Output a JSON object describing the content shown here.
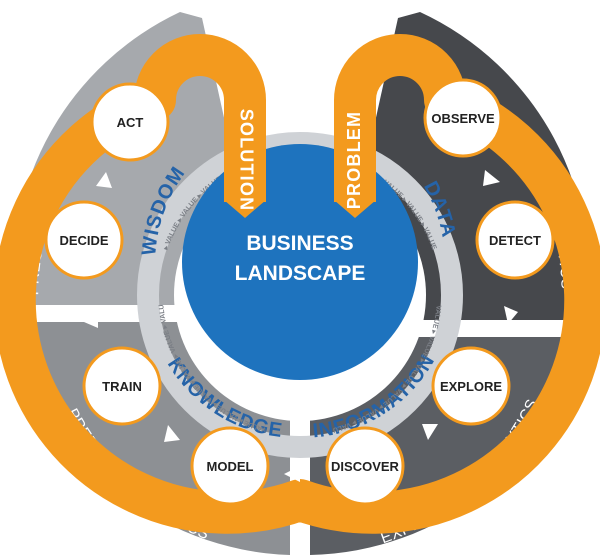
{
  "colors": {
    "orange": "#f39a1e",
    "blue": "#1e73be",
    "navy_text": "#2563a8",
    "dark_quad": "#46484c",
    "mid_quad": "#5b5e63",
    "light_quad": "#a6a9ad",
    "light_quad2": "#8d9094",
    "knowledge_ring": "#cfd2d6"
  },
  "center": {
    "line1": "BUSINESS",
    "line2": "LANDSCAPE"
  },
  "arms": {
    "left": "SOLUTION",
    "right": "PROBLEM"
  },
  "quadrants": {
    "descriptive": "DESCRIPTIVE ANALYTICS",
    "prescriptive": "PRESCRIPTIVE ANALYTICS",
    "predictive": "PREDICTIVE ANALYTICS",
    "exploratory": "EXPLORATORY ANALYTICS"
  },
  "knowledge_ring": {
    "data": "DATA",
    "information": "INFORMATION",
    "knowledge": "KNOWLEDGE",
    "wisdom": "WISDOM",
    "value_word": "VALUE"
  },
  "nodes": {
    "observe": "OBSERVE",
    "detect": "DETECT",
    "explore": "EXPLORE",
    "discover": "DISCOVER",
    "model": "MODEL",
    "train": "TRAIN",
    "decide": "DECIDE",
    "act": "ACT"
  }
}
